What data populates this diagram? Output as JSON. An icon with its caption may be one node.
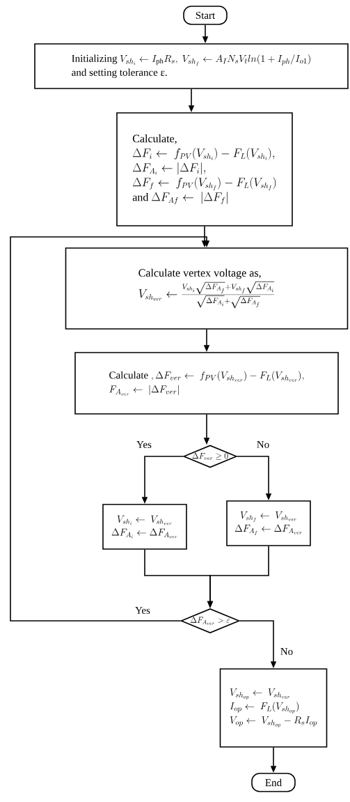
{
  "diagram": {
    "nodes": [
      {
        "text": [
          "Start"
        ]
      },
      {
        "text": [
          "Initializing",
          "V_{sh_i} \\leftarrow I_{\\mathrm{ph}} R_s ,\\ V_{sh_f} \\leftarrow A_I N_s V_t ln(1+I_{ph}/I_{o1})",
          "and setting tolerance ε."
        ]
      },
      {
        "text": [
          "Calculate,",
          "\\Delta F_i \\leftarrow\\ f_{PV}(V_{sh_i}) - F_L(V_{sh_i}),",
          "\\Delta F_{A_i} \\leftarrow |\\Delta F_i|,",
          "\\Delta F_f \\leftarrow\\ f_{PV}(V_{sh_f}) - F_L(V_{sh_f})",
          "and",
          "\\Delta F_{Af} \\leftarrow\\ |\\Delta F_f|"
        ]
      },
      {
        "text": [
          "Calculate vertex voltage as,",
          "V_{sh_{ver}} \\leftarrow \\frac{V_{sh_i}\\sqrt{\\Delta F_{A_f}} + V_{sh_f}\\sqrt{\\Delta F_{A_i}}}{\\sqrt{\\Delta F_{A_i}} + \\sqrt{\\Delta F_{A_f}}}"
        ]
      },
      {
        "text": [
          "Calculate",
          ", \\Delta F_{ver} \\leftarrow\\ f_{PV}(V_{sh_{ver}}) - F_L(V_{sh_{ver}}),",
          "F_{A_{ver}} \\leftarrow\\ |\\Delta F_{ver}|"
        ]
      },
      {
        "text": [
          "\\Delta F_{ver} \\geq 0"
        ]
      },
      {
        "text": [
          "V_{sh_i} \\leftarrow\\ V_{sh_{ver}}",
          "\\Delta F_{A_i} \\leftarrow \\Delta F_{A_{ver}}"
        ]
      },
      {
        "text": [
          "V_{sh_f} \\leftarrow\\ V_{sh_{ver}}",
          "\\Delta F_{A_f} \\leftarrow \\Delta F_{A_{ver}}"
        ]
      },
      {
        "text": [
          "\\Delta F_{A_{ver}} > \\varepsilon"
        ]
      },
      {
        "text": [
          "V_{sh_{op}} \\leftarrow\\ V_{sh_{ver}}",
          "I_{op} \\leftarrow\\ F_L(V_{sh_{op}})",
          "V_{op} \\leftarrow\\ V_{sh_{op}} - R_s I_{op}"
        ]
      },
      {
        "text": [
          "End"
        ]
      }
    ],
    "edges": [
      {
        "from": 0,
        "to": 1,
        "arrow": "to"
      },
      {
        "from": 1,
        "to": 2,
        "arrow": "to"
      },
      {
        "from": 2,
        "to": 3,
        "arrow": "to"
      },
      {
        "from": 3,
        "to": 4,
        "arrow": "to"
      },
      {
        "from": 4,
        "to": 5,
        "arrow": "to"
      },
      {
        "from": 5,
        "to": 6,
        "arrow": "to",
        "label": "Yes"
      },
      {
        "from": 5,
        "to": 7,
        "arrow": "to",
        "label": "No"
      },
      {
        "from": 6,
        "to": 8,
        "arrow": "to"
      },
      {
        "from": 7,
        "to": 8,
        "arrow": "to"
      },
      {
        "from": 8,
        "to": 3,
        "arrow": "to",
        "label": "Yes"
      },
      {
        "from": 8,
        "to": 9,
        "arrow": "to",
        "label": "No"
      },
      {
        "from": 9,
        "to": 10,
        "arrow": "to"
      }
    ]
  }
}
